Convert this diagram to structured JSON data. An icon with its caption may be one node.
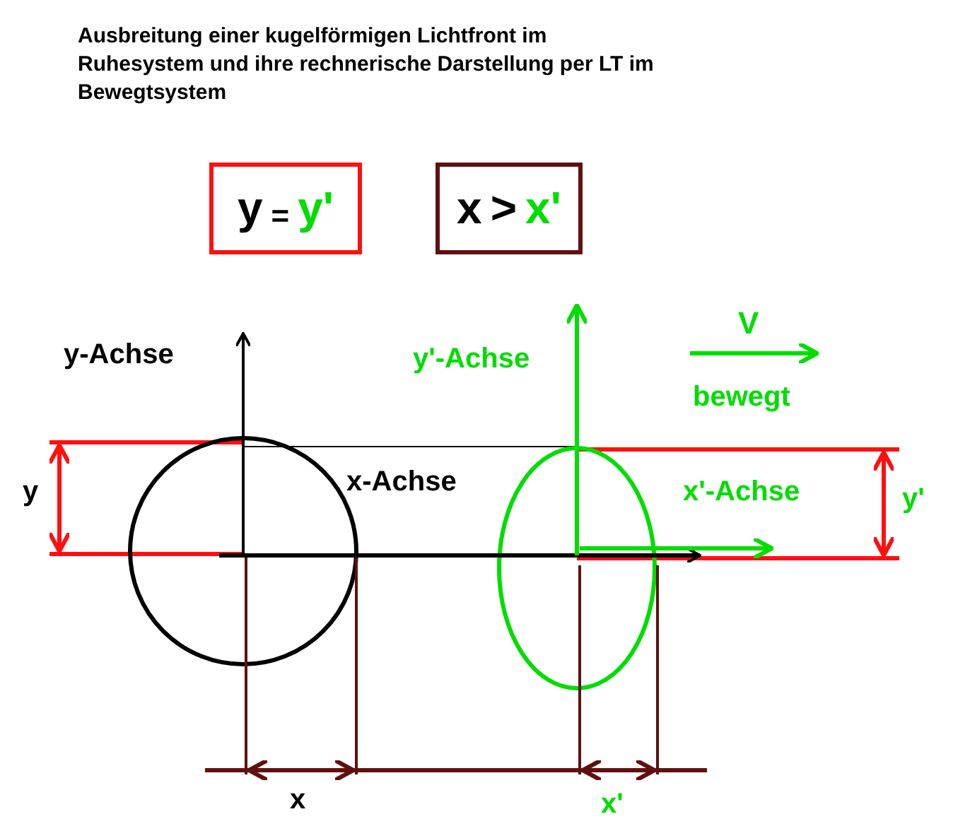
{
  "diagram": {
    "title": "Ausbreitung einer kugelförmigen Lichtfront im Ruhesystem und ihre rechnerische Darstellung per LT im Bewegtsystem",
    "nodes": [
      {
        "text": [
          "y",
          "=",
          "y'"
        ]
      },
      {
        "text": [
          "x",
          ">",
          "x'"
        ]
      }
    ],
    "labels": [
      "y-Achse",
      "y'-Achse",
      "V",
      "bewegt",
      "y",
      "x-Achse",
      "x'-Achse",
      "y'",
      "x",
      "x'"
    ]
  }
}
